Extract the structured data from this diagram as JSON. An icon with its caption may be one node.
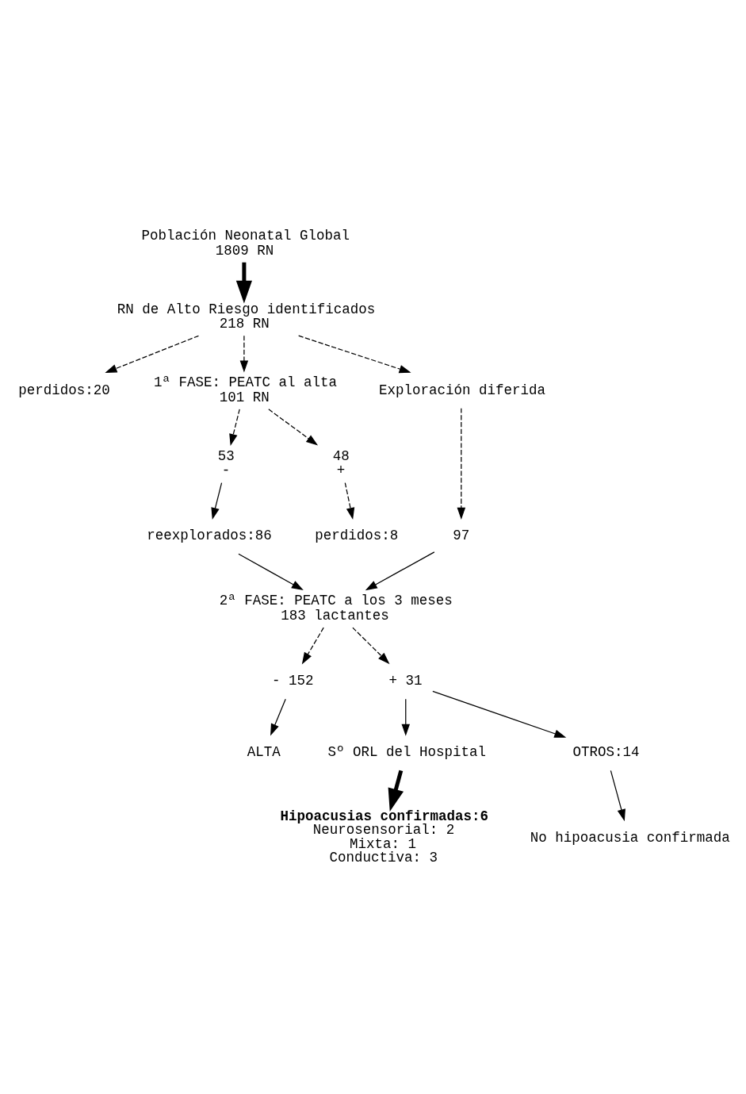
{
  "diagram": {
    "nodes": [
      {
        "text": [
          "Población Neonatal Global",
          "1809 RN"
        ]
      },
      {
        "text": [
          "RN de Alto Riesgo identificados",
          "218 RN"
        ]
      },
      {
        "text": [
          "perdidos:20"
        ]
      },
      {
        "text": [
          "1ª FASE: PEATC al alta",
          "101 RN"
        ]
      },
      {
        "text": [
          "Exploración diferida"
        ]
      },
      {
        "text": [
          "53",
          "-"
        ]
      },
      {
        "text": [
          "48",
          "+"
        ]
      },
      {
        "text": [
          "perdidos:8"
        ]
      },
      {
        "text": [
          "reexplorados:86"
        ]
      },
      {
        "text": [
          "97"
        ]
      },
      {
        "text": [
          "2ª FASE: PEATC a los 3 meses",
          "183 lactantes"
        ]
      },
      {
        "text": [
          "- 152"
        ]
      },
      {
        "text": [
          "+ 31"
        ]
      },
      {
        "text": [
          "ALTA"
        ]
      },
      {
        "text": [
          "Sº ORL del Hospital"
        ]
      },
      {
        "text": [
          "OTROS:14"
        ]
      },
      {
        "text": [
          "No hipoacusia confirmada"
        ]
      },
      {
        "text": [
          "Hipoacusias confirmadas:6",
          "Neurosensorial: 2",
          "Mixta: 1",
          "Conductiva: 3"
        ]
      }
    ],
    "edges": [
      {
        "from": 0,
        "to": 1,
        "arrow": "to",
        "style": "thick"
      },
      {
        "from": 1,
        "to": 2,
        "arrow": "to",
        "style": "dashed"
      },
      {
        "from": 1,
        "to": 3,
        "arrow": "to",
        "style": "dashed"
      },
      {
        "from": 1,
        "to": 4,
        "arrow": "to",
        "style": "dashed"
      },
      {
        "from": 3,
        "to": 5,
        "arrow": "to",
        "style": "dashed"
      },
      {
        "from": 3,
        "to": 6,
        "arrow": "to",
        "style": "dashed"
      },
      {
        "from": 6,
        "to": 7,
        "arrow": "to",
        "style": "dashed"
      },
      {
        "from": 5,
        "to": 8,
        "arrow": "to"
      },
      {
        "from": 4,
        "to": 9,
        "arrow": "to",
        "style": "dashed"
      },
      {
        "from": 9,
        "to": 10,
        "arrow": "to"
      },
      {
        "from": 8,
        "to": 10,
        "arrow": "to"
      },
      {
        "from": 10,
        "to": 11,
        "arrow": "to",
        "style": "dashed"
      },
      {
        "from": 10,
        "to": 12,
        "arrow": "to",
        "style": "dashed"
      },
      {
        "from": 11,
        "to": 13,
        "arrow": "to"
      },
      {
        "from": 12,
        "to": 14,
        "arrow": "to"
      },
      {
        "from": 12,
        "to": 15,
        "arrow": "to"
      },
      {
        "from": 15,
        "to": 16,
        "arrow": "to"
      },
      {
        "from": 14,
        "to": 17,
        "arrow": "to",
        "style": "thick"
      }
    ]
  }
}
